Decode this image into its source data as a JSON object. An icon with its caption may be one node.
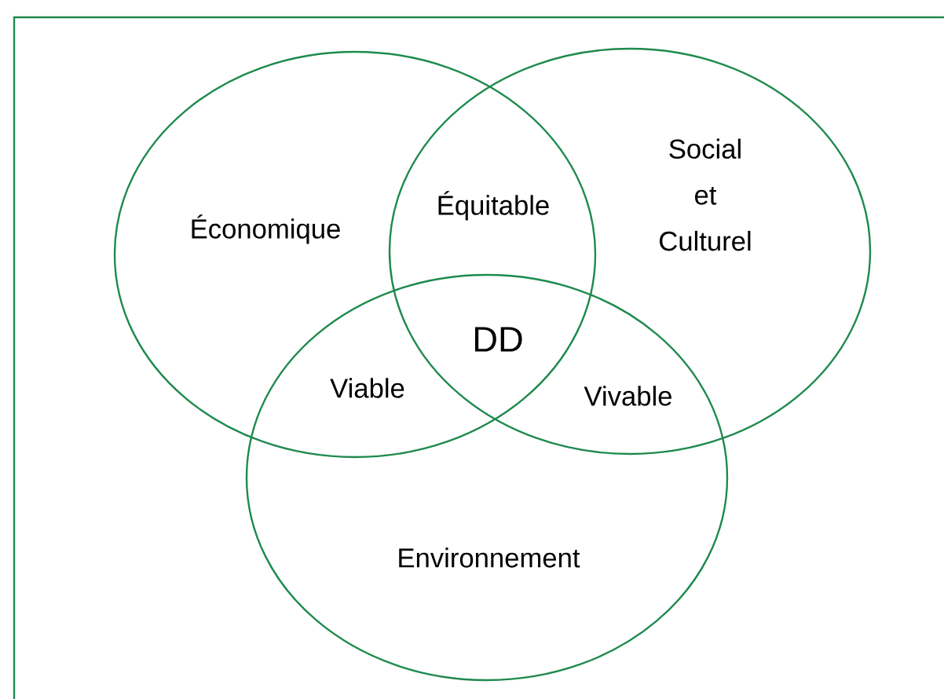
{
  "diagram": {
    "nodes": [
      {
        "text": [
          "Économique"
        ]
      },
      {
        "text": [
          "Social et Culturel"
        ]
      },
      {
        "text": [
          "Environnement"
        ]
      }
    ],
    "labels": [
      "Équitable",
      "DD",
      "Viable",
      "Vivable"
    ]
  }
}
